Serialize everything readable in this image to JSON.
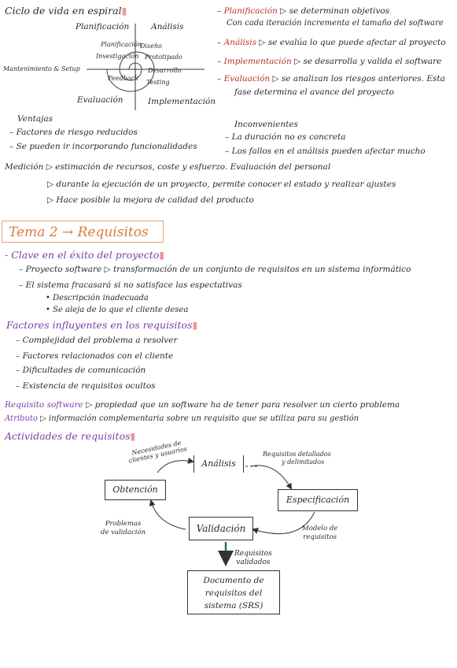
{
  "spiral": {
    "title": "Ciclo de vida en espiral",
    "planificacion": "Planificación",
    "analisis": "Análisis",
    "evaluacion": "Evaluación",
    "implementacion": "Implementación",
    "mantenimiento": "Mantenimiento & Setup",
    "inner": [
      "Planificación",
      "Diseño",
      "Investigación",
      "Prototipado",
      "Feedback",
      "Desarrollo",
      "Testing"
    ]
  },
  "phases": [
    {
      "name": "Planificación",
      "text": "se determinan objetivos",
      "cont": "Con cada iteración incrementa el tamaño del software"
    },
    {
      "name": "Análisis",
      "text": "se evalúa lo que puede afectar al proyecto",
      "cont": ""
    },
    {
      "name": "Implementación",
      "text": "se desarrolla y valida el software",
      "cont": ""
    },
    {
      "name": "Evaluación",
      "text": "se analizan los riesgos anteriores. Esta",
      "cont": "fase determina el avance del proyecto"
    }
  ],
  "ventajas": {
    "title": "Ventajas",
    "items": [
      "Factores de riesgo reducidos",
      "Se pueden ir incorporando funcionalidades"
    ]
  },
  "inconvenientes": {
    "title": "Inconvenientes",
    "items": [
      "La duración no es concreta",
      "Los fallos en el análisis pueden afectar mucho"
    ]
  },
  "medicion": {
    "label": "Medición",
    "line1": "estimación de recursos, coste y esfuerzo. Evaluación del personal",
    "line2": "durante la ejecución de un proyecto, permite conocer el estado y realizar ajustes",
    "line3": "Hace posible la mejora de calidad del producto"
  },
  "tema": "Tema 2 → Requisitos",
  "clave": {
    "title": "Clave en el éxito del proyecto",
    "l1": "Proyecto software ▷ transformación de un conjunto de requisitos en un sistema informático",
    "l2": "El sistema fracasará si no satisface las espectativas",
    "b1": "Descripción inadecuada",
    "b2": "Se aleja de lo que el cliente desea"
  },
  "factores": {
    "title": "Factores influyentes en los requisitos",
    "items": [
      "Complejidad del problema a resolver",
      "Factores relacionados con el cliente",
      "Dificultades de comunicación",
      "Existencia de requisitos ocultos"
    ]
  },
  "defs": {
    "req_label": "Requisito software",
    "req_text": "propiedad que un software ha de tener para resolver un cierto problema",
    "attr_label": "Atributo",
    "attr_text": "información complementaria sobre un requisito que se utiliza para su gestión",
    "act_title": "Actividades de requisitos"
  },
  "diagram": {
    "analisis": "Análisis",
    "obtencion": "Obtención",
    "especificacion": "Especificación",
    "validacion": "Validación",
    "srs": [
      "Documento de",
      "requisitos del",
      "sistema (SRS)"
    ],
    "lbl_necesidades": [
      "Necesidades de",
      "clientes y usuarios"
    ],
    "lbl_detallados": [
      "Requisitos detallados",
      "y delimitados"
    ],
    "lbl_modelo": [
      "Modelo de",
      "requisitos"
    ],
    "lbl_problemas": [
      "Problemas",
      "de validación"
    ],
    "lbl_validados": [
      "Requisitos",
      "validados"
    ]
  },
  "colors": {
    "orange": "#d97b3a",
    "red": "#b3361f",
    "purple": "#7a3fa6",
    "teal": "#2f6f6a"
  }
}
